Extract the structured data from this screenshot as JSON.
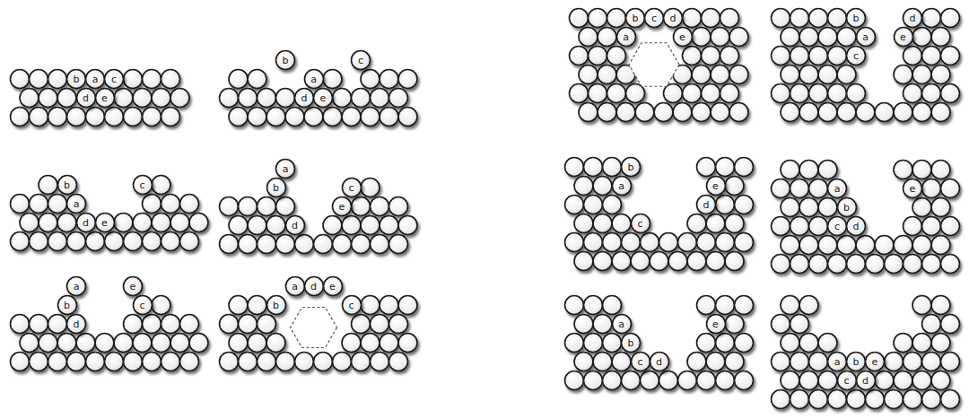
{
  "diagram": {
    "nodes": [
      {
        "text": [
          "b"
        ]
      },
      {
        "text": [
          "a"
        ]
      },
      {
        "text": [
          "c"
        ]
      },
      {
        "text": [
          "d"
        ]
      },
      {
        "text": [
          "e"
        ]
      },
      {
        "text": [
          "b"
        ]
      },
      {
        "text": [
          "c"
        ]
      },
      {
        "text": [
          "a"
        ]
      },
      {
        "text": [
          "d"
        ]
      },
      {
        "text": [
          "e"
        ]
      },
      {
        "text": [
          "b"
        ]
      },
      {
        "text": [
          "c"
        ]
      },
      {
        "text": [
          "a"
        ]
      },
      {
        "text": [
          "d"
        ]
      },
      {
        "text": [
          "e"
        ]
      },
      {
        "text": [
          "a"
        ]
      },
      {
        "text": [
          "b"
        ]
      },
      {
        "text": [
          "c"
        ]
      },
      {
        "text": [
          "e"
        ]
      },
      {
        "text": [
          "d"
        ]
      },
      {
        "text": [
          "a"
        ]
      },
      {
        "text": [
          "e"
        ]
      },
      {
        "text": [
          "b"
        ]
      },
      {
        "text": [
          "c"
        ]
      },
      {
        "text": [
          "d"
        ]
      },
      {
        "text": [
          "a"
        ]
      },
      {
        "text": [
          "d"
        ]
      },
      {
        "text": [
          "e"
        ]
      },
      {
        "text": [
          "b"
        ]
      },
      {
        "text": [
          "c"
        ]
      },
      {
        "text": [
          "b"
        ]
      },
      {
        "text": [
          "c"
        ]
      },
      {
        "text": [
          "d"
        ]
      },
      {
        "text": [
          "a"
        ]
      },
      {
        "text": [
          "e"
        ]
      },
      {
        "text": [
          "b"
        ]
      },
      {
        "text": [
          "d"
        ]
      },
      {
        "text": [
          "a"
        ]
      },
      {
        "text": [
          "e"
        ]
      },
      {
        "text": [
          "c"
        ]
      },
      {
        "text": [
          "b"
        ]
      },
      {
        "text": [
          "a"
        ]
      },
      {
        "text": [
          "e"
        ]
      },
      {
        "text": [
          "d"
        ]
      },
      {
        "text": [
          "c"
        ]
      },
      {
        "text": [
          "a"
        ]
      },
      {
        "text": [
          "e"
        ]
      },
      {
        "text": [
          "b"
        ]
      },
      {
        "text": [
          "c"
        ]
      },
      {
        "text": [
          "d"
        ]
      },
      {
        "text": [
          "a"
        ]
      },
      {
        "text": [
          "e"
        ]
      },
      {
        "text": [
          "b"
        ]
      },
      {
        "text": [
          "c"
        ]
      },
      {
        "text": [
          "d"
        ]
      },
      {
        "text": [
          "a"
        ]
      },
      {
        "text": [
          "b"
        ]
      },
      {
        "text": [
          "e"
        ]
      },
      {
        "text": [
          "c"
        ]
      },
      {
        "text": [
          "d"
        ]
      }
    ]
  }
}
